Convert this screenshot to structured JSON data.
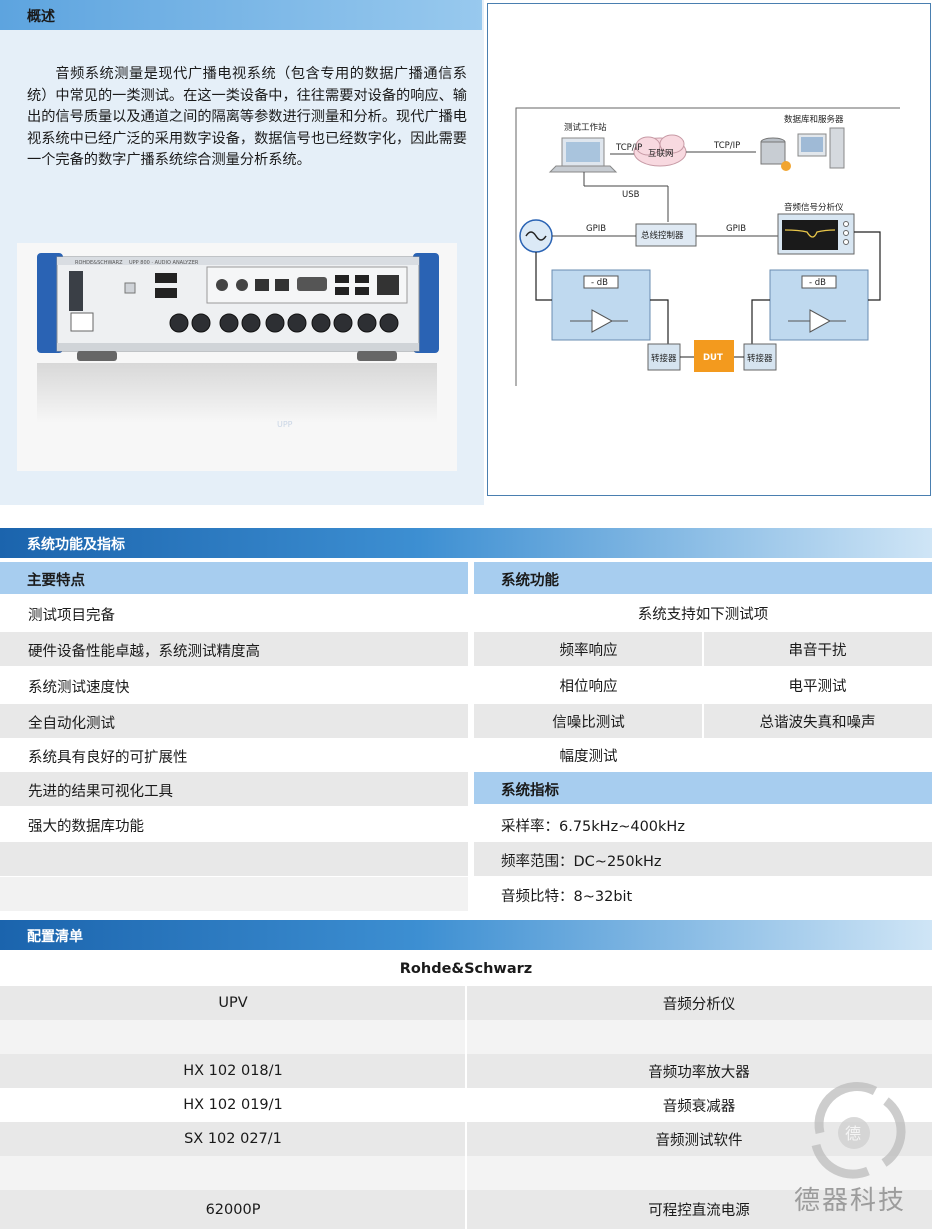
{
  "overview": {
    "title": "概述",
    "paragraph": "音频系统测量是现代广播电视系统（包含专用的数据广播通信系统）中常见的一类测试。在这一类设备中，往往需要对设备的响应、输出的信号质量以及通道之间的隔离等参数进行测量和分析。现代广播电视系统中已经广泛的采用数字设备，数据信号也已经数字化，因此需要一个完备的数字广播系统综合测量分析系统。"
  },
  "instrument_photo": {
    "brand": "ROHDE&SCHWARZ",
    "model": "UPP 800 · AUDIO ANALYZER",
    "caption": "UPP"
  },
  "diagram": {
    "workstation": "测试工作站",
    "database": "数据库和服务器",
    "internet": "互联网",
    "tcpip_left": "TCP/IP",
    "tcpip_right": "TCP/IP",
    "usb": "USB",
    "gpib_left": "GPIB",
    "gpib_right": "GPIB",
    "bus_controller": "总线控制器",
    "analyzer": "音频信号分析仪",
    "db_left": "- dB",
    "db_right": "- dB",
    "adapter_left": "转接器",
    "dut": "DUT",
    "adapter_right": "转接器"
  },
  "features_section": {
    "title": "系统功能及指标",
    "features_header": "主要特点",
    "features": [
      "测试项目完备",
      "硬件设备性能卓越，系统测试精度高",
      "系统测试速度快",
      "全自动化测试",
      "系统具有良好的可扩展性",
      "先进的结果可视化工具",
      "强大的数据库功能"
    ],
    "functions_header": "系统功能",
    "functions_intro": "系统支持如下测试项",
    "functions": [
      [
        "频率响应",
        "串音干扰"
      ],
      [
        "相位响应",
        "电平测试"
      ],
      [
        "信噪比测试",
        "总谐波失真和噪声"
      ],
      [
        "幅度测试",
        ""
      ]
    ],
    "specs_header": "系统指标",
    "specs": [
      "采样率：6.75kHz~400kHz",
      "频率范围：DC~250kHz",
      "音频比特：8~32bit"
    ]
  },
  "config_section": {
    "title": "配置清单",
    "brand": "Rohde&Schwarz",
    "items": [
      {
        "model": "UPV",
        "desc": "音频分析仪"
      },
      {
        "model": "",
        "desc": ""
      },
      {
        "model": "HX 102 018/1",
        "desc": "音频功率放大器"
      },
      {
        "model": "HX 102 019/1",
        "desc": "音频衰减器"
      },
      {
        "model": "SX 102 027/1",
        "desc": "音频测试软件"
      },
      {
        "model": "",
        "desc": ""
      },
      {
        "model": "62000P",
        "desc": "可程控直流电源"
      }
    ]
  },
  "watermark": {
    "glyph": "德",
    "text": "德器科技"
  }
}
